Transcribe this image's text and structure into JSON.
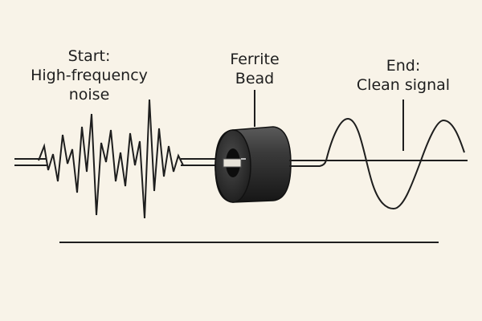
{
  "labels": {
    "start": {
      "line1": "Start:",
      "line2": "High-frequency",
      "line3": "noise"
    },
    "ferrite": {
      "line1": "Ferrite",
      "line2": "Bead"
    },
    "end": {
      "line1": "End:",
      "line2": "Clean signal"
    }
  },
  "colors": {
    "background": "#f8f3e8",
    "ink": "#1e1e1e",
    "bead_dark": "#2a2a2a",
    "bead_light": "#5a5a5a"
  }
}
